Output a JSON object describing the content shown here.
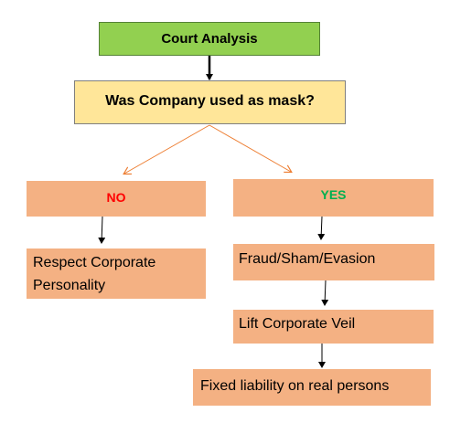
{
  "diagram": {
    "title_box": {
      "label": "Court Analysis",
      "fill": "#92d050"
    },
    "question_box": {
      "label": "Was Company used as mask?",
      "fill": "#ffe699"
    },
    "no_box": {
      "label": "NO",
      "fill": "#f4b183",
      "text_color": "#ff0000"
    },
    "yes_box": {
      "label": "YES",
      "fill": "#f4b183",
      "text_color": "#00b050"
    },
    "respect_box": {
      "label_line1": "Respect Corporate",
      "label_line2": "Personality",
      "fill": "#f4b183"
    },
    "fraud_box": {
      "label": "Fraud/Sham/Evasion",
      "fill": "#f4b183"
    },
    "lift_box": {
      "label": "Lift Corporate Veil",
      "fill": "#f4b183"
    },
    "liability_box": {
      "label": "Fixed liability on real persons",
      "fill": "#f4b183"
    },
    "arrow_colors": {
      "black": "#000000",
      "orange": "#ed7d31"
    }
  }
}
